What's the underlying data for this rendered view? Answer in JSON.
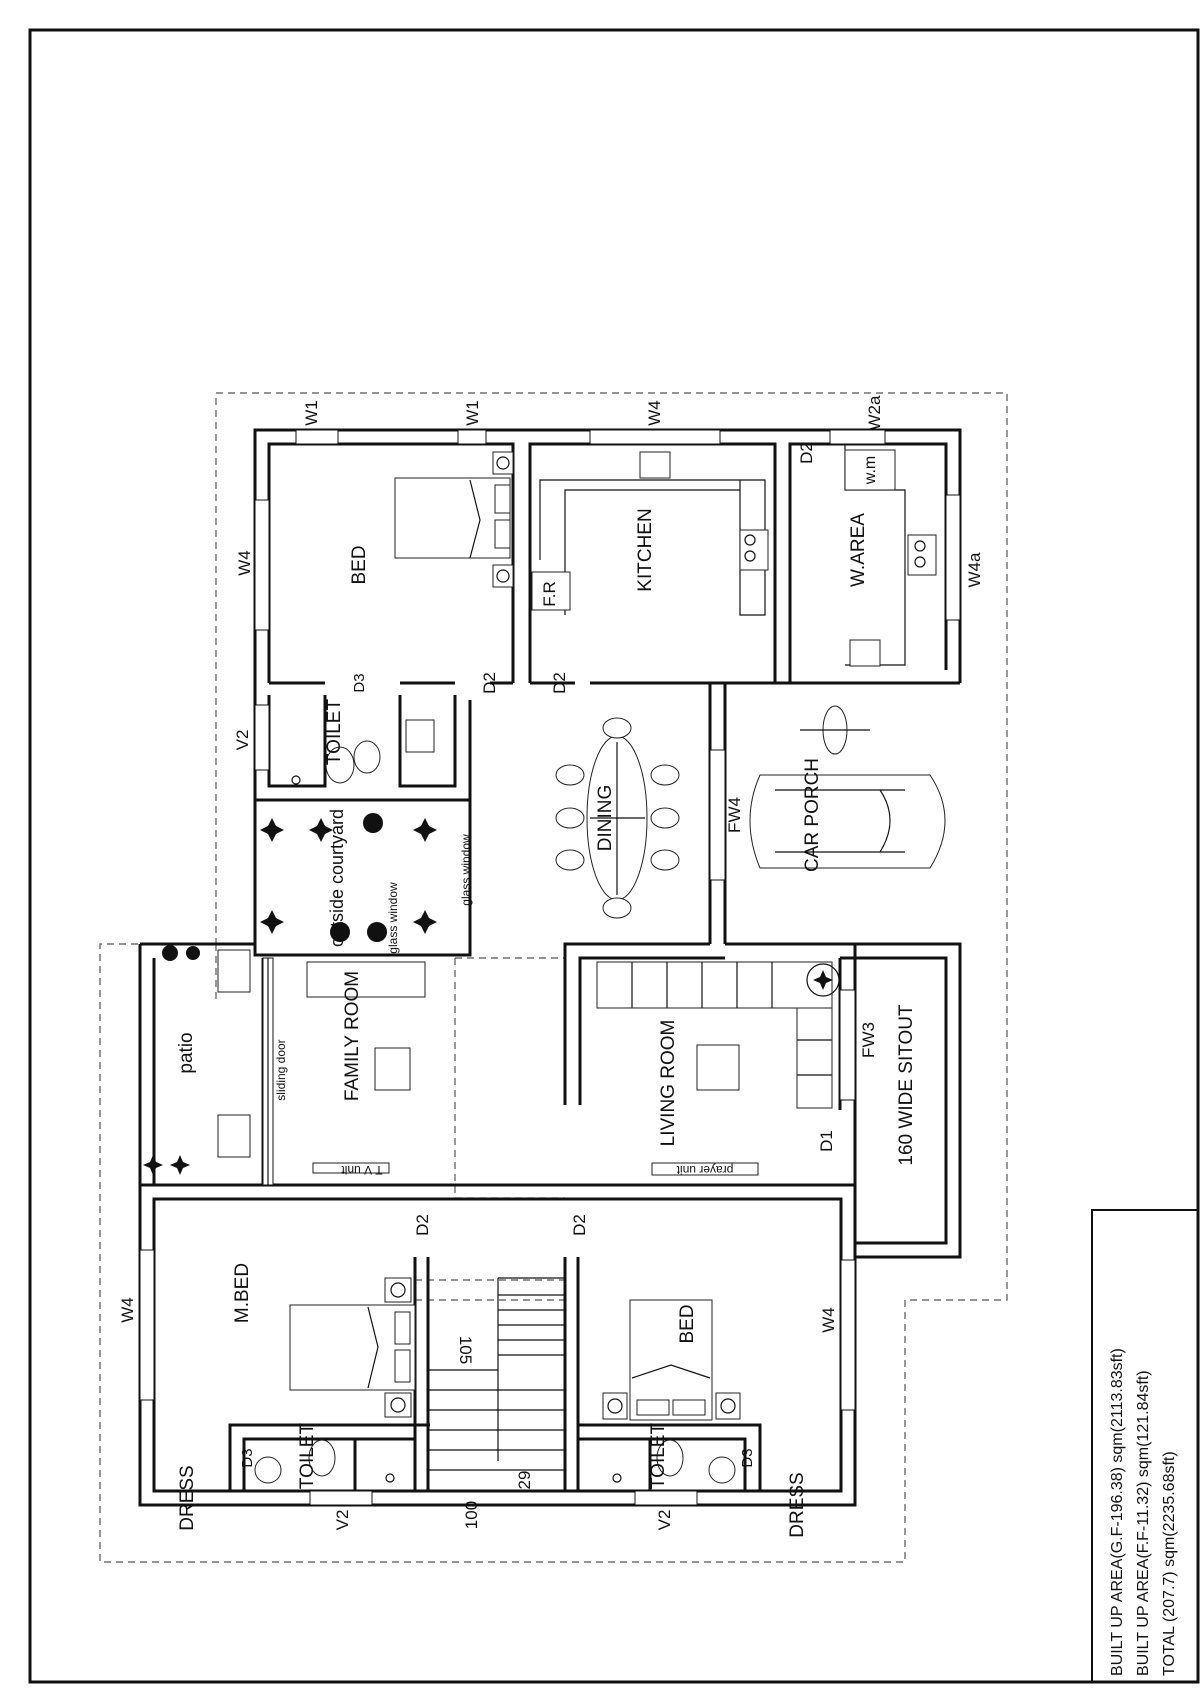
{
  "rooms": {
    "bed_north": "BED",
    "kitchen": "KITCHEN",
    "w_area": "W.AREA",
    "toilet_north": "TOILET",
    "courtyard": "outside courtyard",
    "dining": "DINING",
    "car_porch": "CAR PORCH",
    "family_room": "FAMILY ROOM",
    "living_room": "LIVING ROOM",
    "sitout": "160 WIDE SITOUT",
    "patio": "patio",
    "m_bed": "M.BED",
    "bed_south": "BED",
    "dress_left": "DRESS",
    "toilet_left": "TOILET",
    "toilet_right": "TOILET",
    "dress_right": "DRESS"
  },
  "fixtures": {
    "fridge": "F.R",
    "washing_machine": "w.m",
    "tv_unit": "T V unit",
    "prayer_unit": "prayer unit",
    "sliding_door": "sliding door",
    "glass_window_1": "glass window",
    "glass_window_2": "glass window"
  },
  "openings": {
    "w1_left": "W1",
    "w1_right": "W1",
    "w4_kitchen": "W4",
    "w2a": "W2a",
    "d2_warea": "D2",
    "w4_bed": "W4",
    "w4a": "W4a",
    "d3_toilet": "D3",
    "d2_bed": "D2",
    "d2_kitchen": "D2",
    "v2_toilet": "V2",
    "fw4": "FW4",
    "fw3": "FW3",
    "d1": "D1",
    "d2_mbed": "D2",
    "d2_bed_south": "D2",
    "w4_mbed": "W4",
    "w4_bed_south": "W4",
    "d3_left": "D3",
    "d3_right": "D3",
    "v2_left": "V2",
    "v2_right": "V2"
  },
  "stairs": {
    "dim_105": "105",
    "dim_29": "29",
    "dim_100": "100"
  },
  "area_table": {
    "ground_floor": "BUILT UP AREA(G.F-196.38) sqm(2113.83sft)",
    "first_floor": "BUILT UP AREA(F.F-11.32) sqm(121.84sft)",
    "total": "TOTAL (207.7) sqm(2235.68sft)"
  }
}
